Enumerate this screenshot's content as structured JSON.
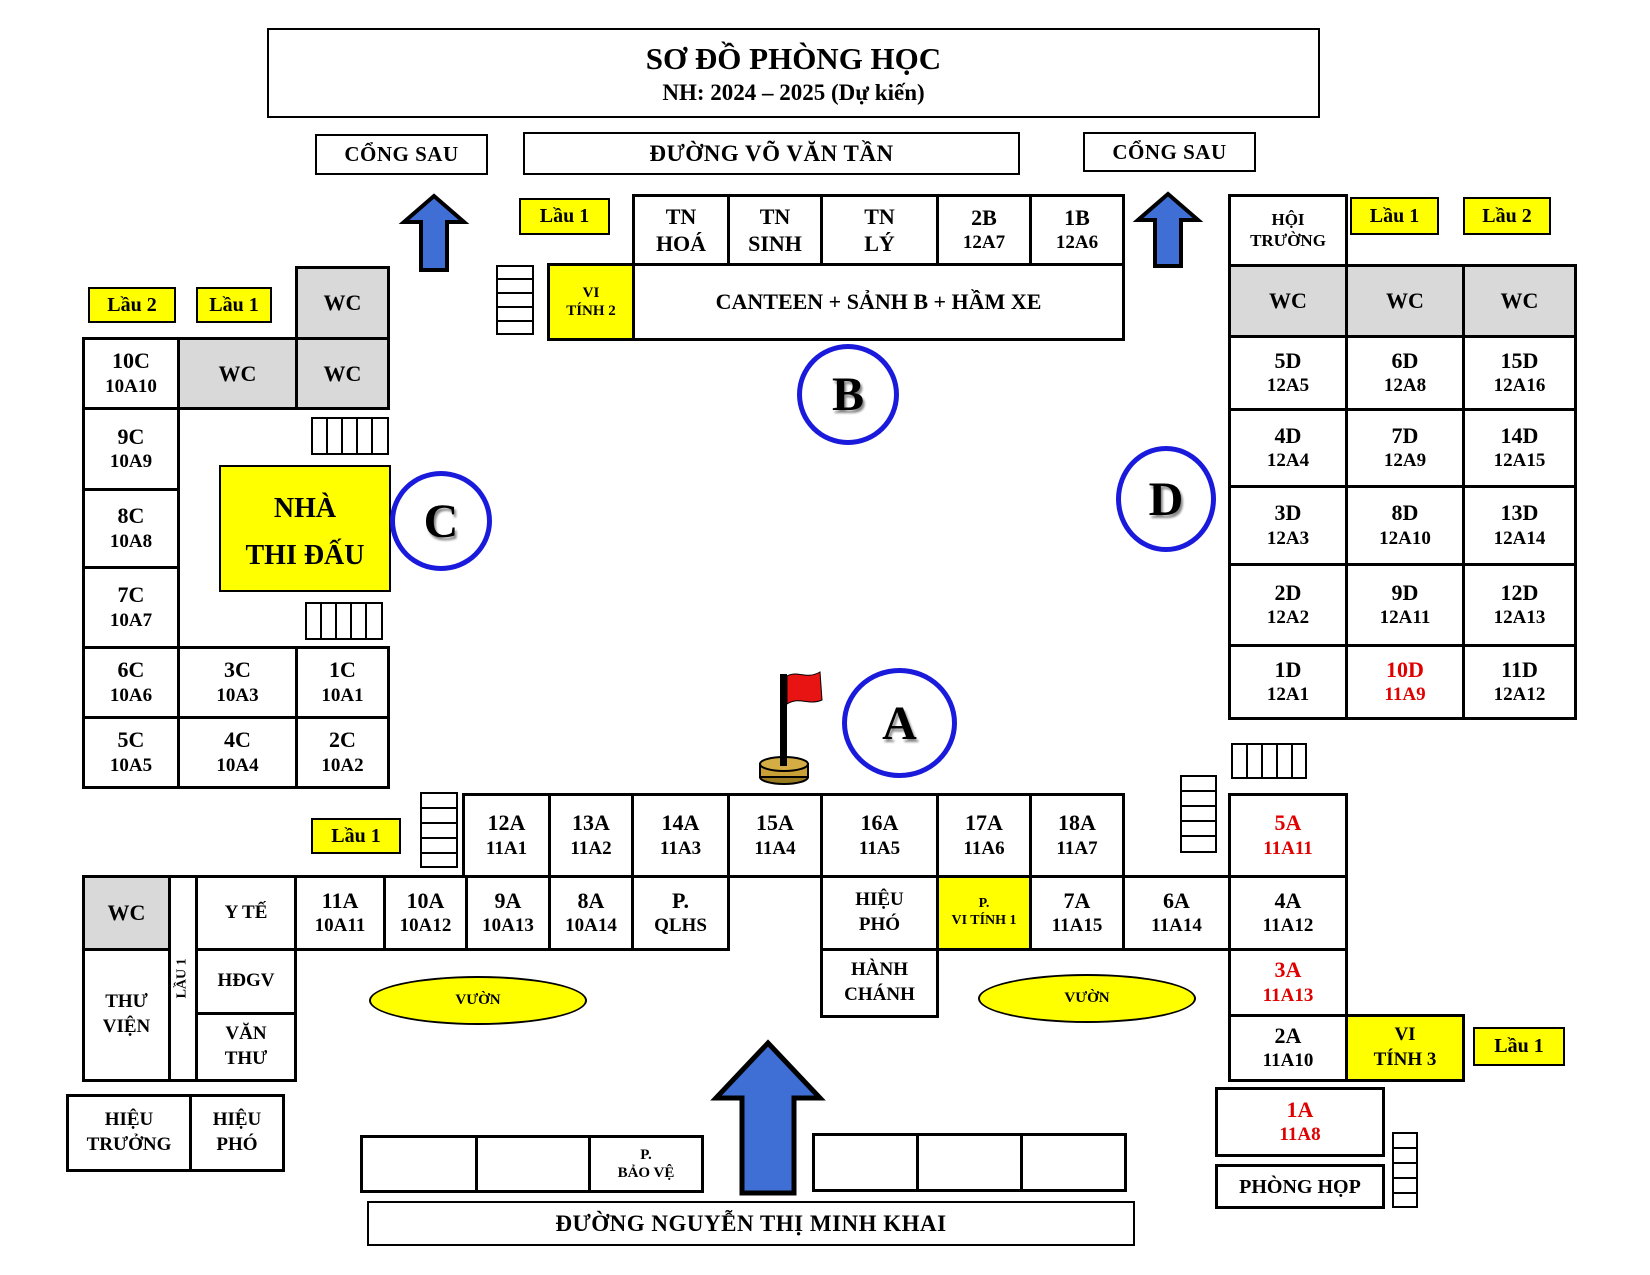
{
  "title": {
    "main": "SƠ ĐỒ PHÒNG HỌC",
    "sub": "NH: 2024 – 2025 (Dự kiến)"
  },
  "roads": {
    "top": "ĐƯỜNG VÕ VĂN TẦN",
    "bottom": "ĐƯỜNG NGUYỄN THỊ MINH KHAI",
    "back_gate_left": "CỔNG SAU",
    "back_gate_right": "CỔNG SAU"
  },
  "floor_tags": {
    "lau1": "Lầu 1",
    "lau2": "Lầu 2"
  },
  "blocks": {
    "a": "A",
    "b": "B",
    "c": "C",
    "d": "D"
  },
  "building_b": {
    "row1": [
      {
        "l1": "TN",
        "l2": "HOÁ"
      },
      {
        "l1": "TN",
        "l2": "SINH"
      },
      {
        "l1": "TN",
        "l2": "LÝ"
      },
      {
        "l1": "2B",
        "l2": "12A7"
      },
      {
        "l1": "1B",
        "l2": "12A6"
      }
    ],
    "vi_tinh_2": {
      "l1": "VI",
      "l2": "TÍNH 2"
    },
    "canteen": "CANTEEN + SẢNH B + HẦM XE"
  },
  "building_c": {
    "wc": "WC",
    "rooms": [
      {
        "l1": "10C",
        "l2": "10A10"
      },
      {
        "l1": "9C",
        "l2": "10A9"
      },
      {
        "l1": "8C",
        "l2": "10A8"
      },
      {
        "l1": "7C",
        "l2": "10A7"
      },
      {
        "l1": "6C",
        "l2": "10A6"
      },
      {
        "l1": "3C",
        "l2": "10A3"
      },
      {
        "l1": "1C",
        "l2": "10A1"
      },
      {
        "l1": "5C",
        "l2": "10A5"
      },
      {
        "l1": "4C",
        "l2": "10A4"
      },
      {
        "l1": "2C",
        "l2": "10A2"
      }
    ],
    "gym": {
      "l1": "NHÀ",
      "l2": "THI ĐẤU"
    }
  },
  "building_d": {
    "hoi_truong": {
      "l1": "HỘI",
      "l2": "TRƯỜNG"
    },
    "wc": "WC",
    "rooms": [
      {
        "l1": "5D",
        "l2": "12A5"
      },
      {
        "l1": "6D",
        "l2": "12A8"
      },
      {
        "l1": "15D",
        "l2": "12A16"
      },
      {
        "l1": "4D",
        "l2": "12A4"
      },
      {
        "l1": "7D",
        "l2": "12A9"
      },
      {
        "l1": "14D",
        "l2": "12A15"
      },
      {
        "l1": "3D",
        "l2": "12A3"
      },
      {
        "l1": "8D",
        "l2": "12A10"
      },
      {
        "l1": "13D",
        "l2": "12A14"
      },
      {
        "l1": "2D",
        "l2": "12A2"
      },
      {
        "l1": "9D",
        "l2": "12A11"
      },
      {
        "l1": "12D",
        "l2": "12A13"
      },
      {
        "l1": "1D",
        "l2": "12A1"
      },
      {
        "l1": "10D",
        "l2": "11A9",
        "highlight": true
      },
      {
        "l1": "11D",
        "l2": "12A12"
      }
    ]
  },
  "building_a": {
    "upper": [
      {
        "l1": "12A",
        "l2": "11A1"
      },
      {
        "l1": "13A",
        "l2": "11A2"
      },
      {
        "l1": "14A",
        "l2": "11A3"
      },
      {
        "l1": "15A",
        "l2": "11A4"
      },
      {
        "l1": "16A",
        "l2": "11A5"
      },
      {
        "l1": "17A",
        "l2": "11A6"
      },
      {
        "l1": "18A",
        "l2": "11A7"
      }
    ],
    "lower": [
      {
        "l1": "11A",
        "l2": "10A11"
      },
      {
        "l1": "10A",
        "l2": "10A12"
      },
      {
        "l1": "9A",
        "l2": "10A13"
      },
      {
        "l1": "8A",
        "l2": "10A14"
      },
      {
        "l1": "P.",
        "l2": "QLHS"
      }
    ],
    "right_lower": [
      {
        "l1": "7A",
        "l2": "11A15"
      },
      {
        "l1": "6A",
        "l2": "11A14"
      }
    ],
    "right_col": [
      {
        "l1": "5A",
        "l2": "11A11",
        "highlight": true
      },
      {
        "l1": "4A",
        "l2": "11A12"
      },
      {
        "l1": "3A",
        "l2": "11A13",
        "highlight": true
      },
      {
        "l1": "2A",
        "l2": "11A10"
      }
    ],
    "vi_tinh_3": {
      "l1": "VI",
      "l2": "TÍNH 3"
    },
    "room_1a": {
      "l1": "1A",
      "l2": "11A8"
    },
    "phong_hop": "PHÒNG HỌP",
    "wc": "WC",
    "y_te": "Y TẾ",
    "lau1_vertical": "LẦU 1",
    "thu_vien": {
      "l1": "THƯ",
      "l2": "VIỆN"
    },
    "hdgv": "HĐGV",
    "van_thu": {
      "l1": "VĂN",
      "l2": "THƯ"
    },
    "hieu_pho_center": {
      "l1": "HIỆU",
      "l2": "PHÓ"
    },
    "p_vi_tinh_1": {
      "l1": "P.",
      "l2": "VI TÍNH 1"
    },
    "hanh_chanh": {
      "l1": "HÀNH",
      "l2": "CHÁNH"
    },
    "hieu_truong": {
      "l1": "HIỆU",
      "l2": "TRƯỞNG"
    },
    "hieu_pho_left": {
      "l1": "HIỆU",
      "l2": "PHÓ"
    },
    "garden": "VƯỜN",
    "bao_ve": {
      "l1": "P.",
      "l2": "BẢO VỆ"
    }
  },
  "colors": {
    "highlight_text": "#e00000",
    "yellow": "#ffff00",
    "grey": "#d9d9d9",
    "arrow_blue": "#3f6fd4",
    "circle_blue": "#1a1adc"
  }
}
